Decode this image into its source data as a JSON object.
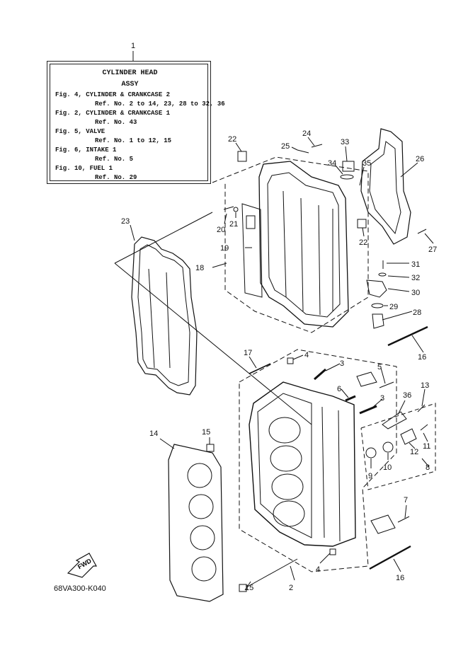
{
  "legend": {
    "callout": "1",
    "title_line1": "CYLINDER HEAD",
    "title_line2": "ASSY",
    "lines": [
      {
        "text": "Fig. 4, CYLINDER & CRANKCASE 2",
        "indent": false
      },
      {
        "text": "Ref. No. 2 to 14, 23, 28 to 32, 36",
        "indent": true
      },
      {
        "text": "Fig. 2, CYLINDER & CRANKCASE 1",
        "indent": false
      },
      {
        "text": "Ref. No. 43",
        "indent": true
      },
      {
        "text": "Fig. 5, VALVE",
        "indent": false
      },
      {
        "text": "Ref. No. 1 to 12, 15",
        "indent": true
      },
      {
        "text": "Fig. 6, INTAKE 1",
        "indent": false
      },
      {
        "text": "Ref. No. 5",
        "indent": true
      },
      {
        "text": "Fig. 10, FUEL 1",
        "indent": false
      },
      {
        "text": "Ref. No. 29",
        "indent": true
      }
    ]
  },
  "fwd_label": "FWD",
  "diagram_code": "68VA300-K040",
  "callouts": [
    "2",
    "3",
    "3",
    "4",
    "4",
    "5",
    "6",
    "7",
    "8",
    "9",
    "10",
    "11",
    "12",
    "13",
    "14",
    "15",
    "15",
    "16",
    "16",
    "17",
    "18",
    "19",
    "20",
    "21",
    "22",
    "22",
    "23",
    "24",
    "25",
    "26",
    "27",
    "28",
    "29",
    "30",
    "31",
    "32",
    "33",
    "34",
    "35",
    "36"
  ]
}
